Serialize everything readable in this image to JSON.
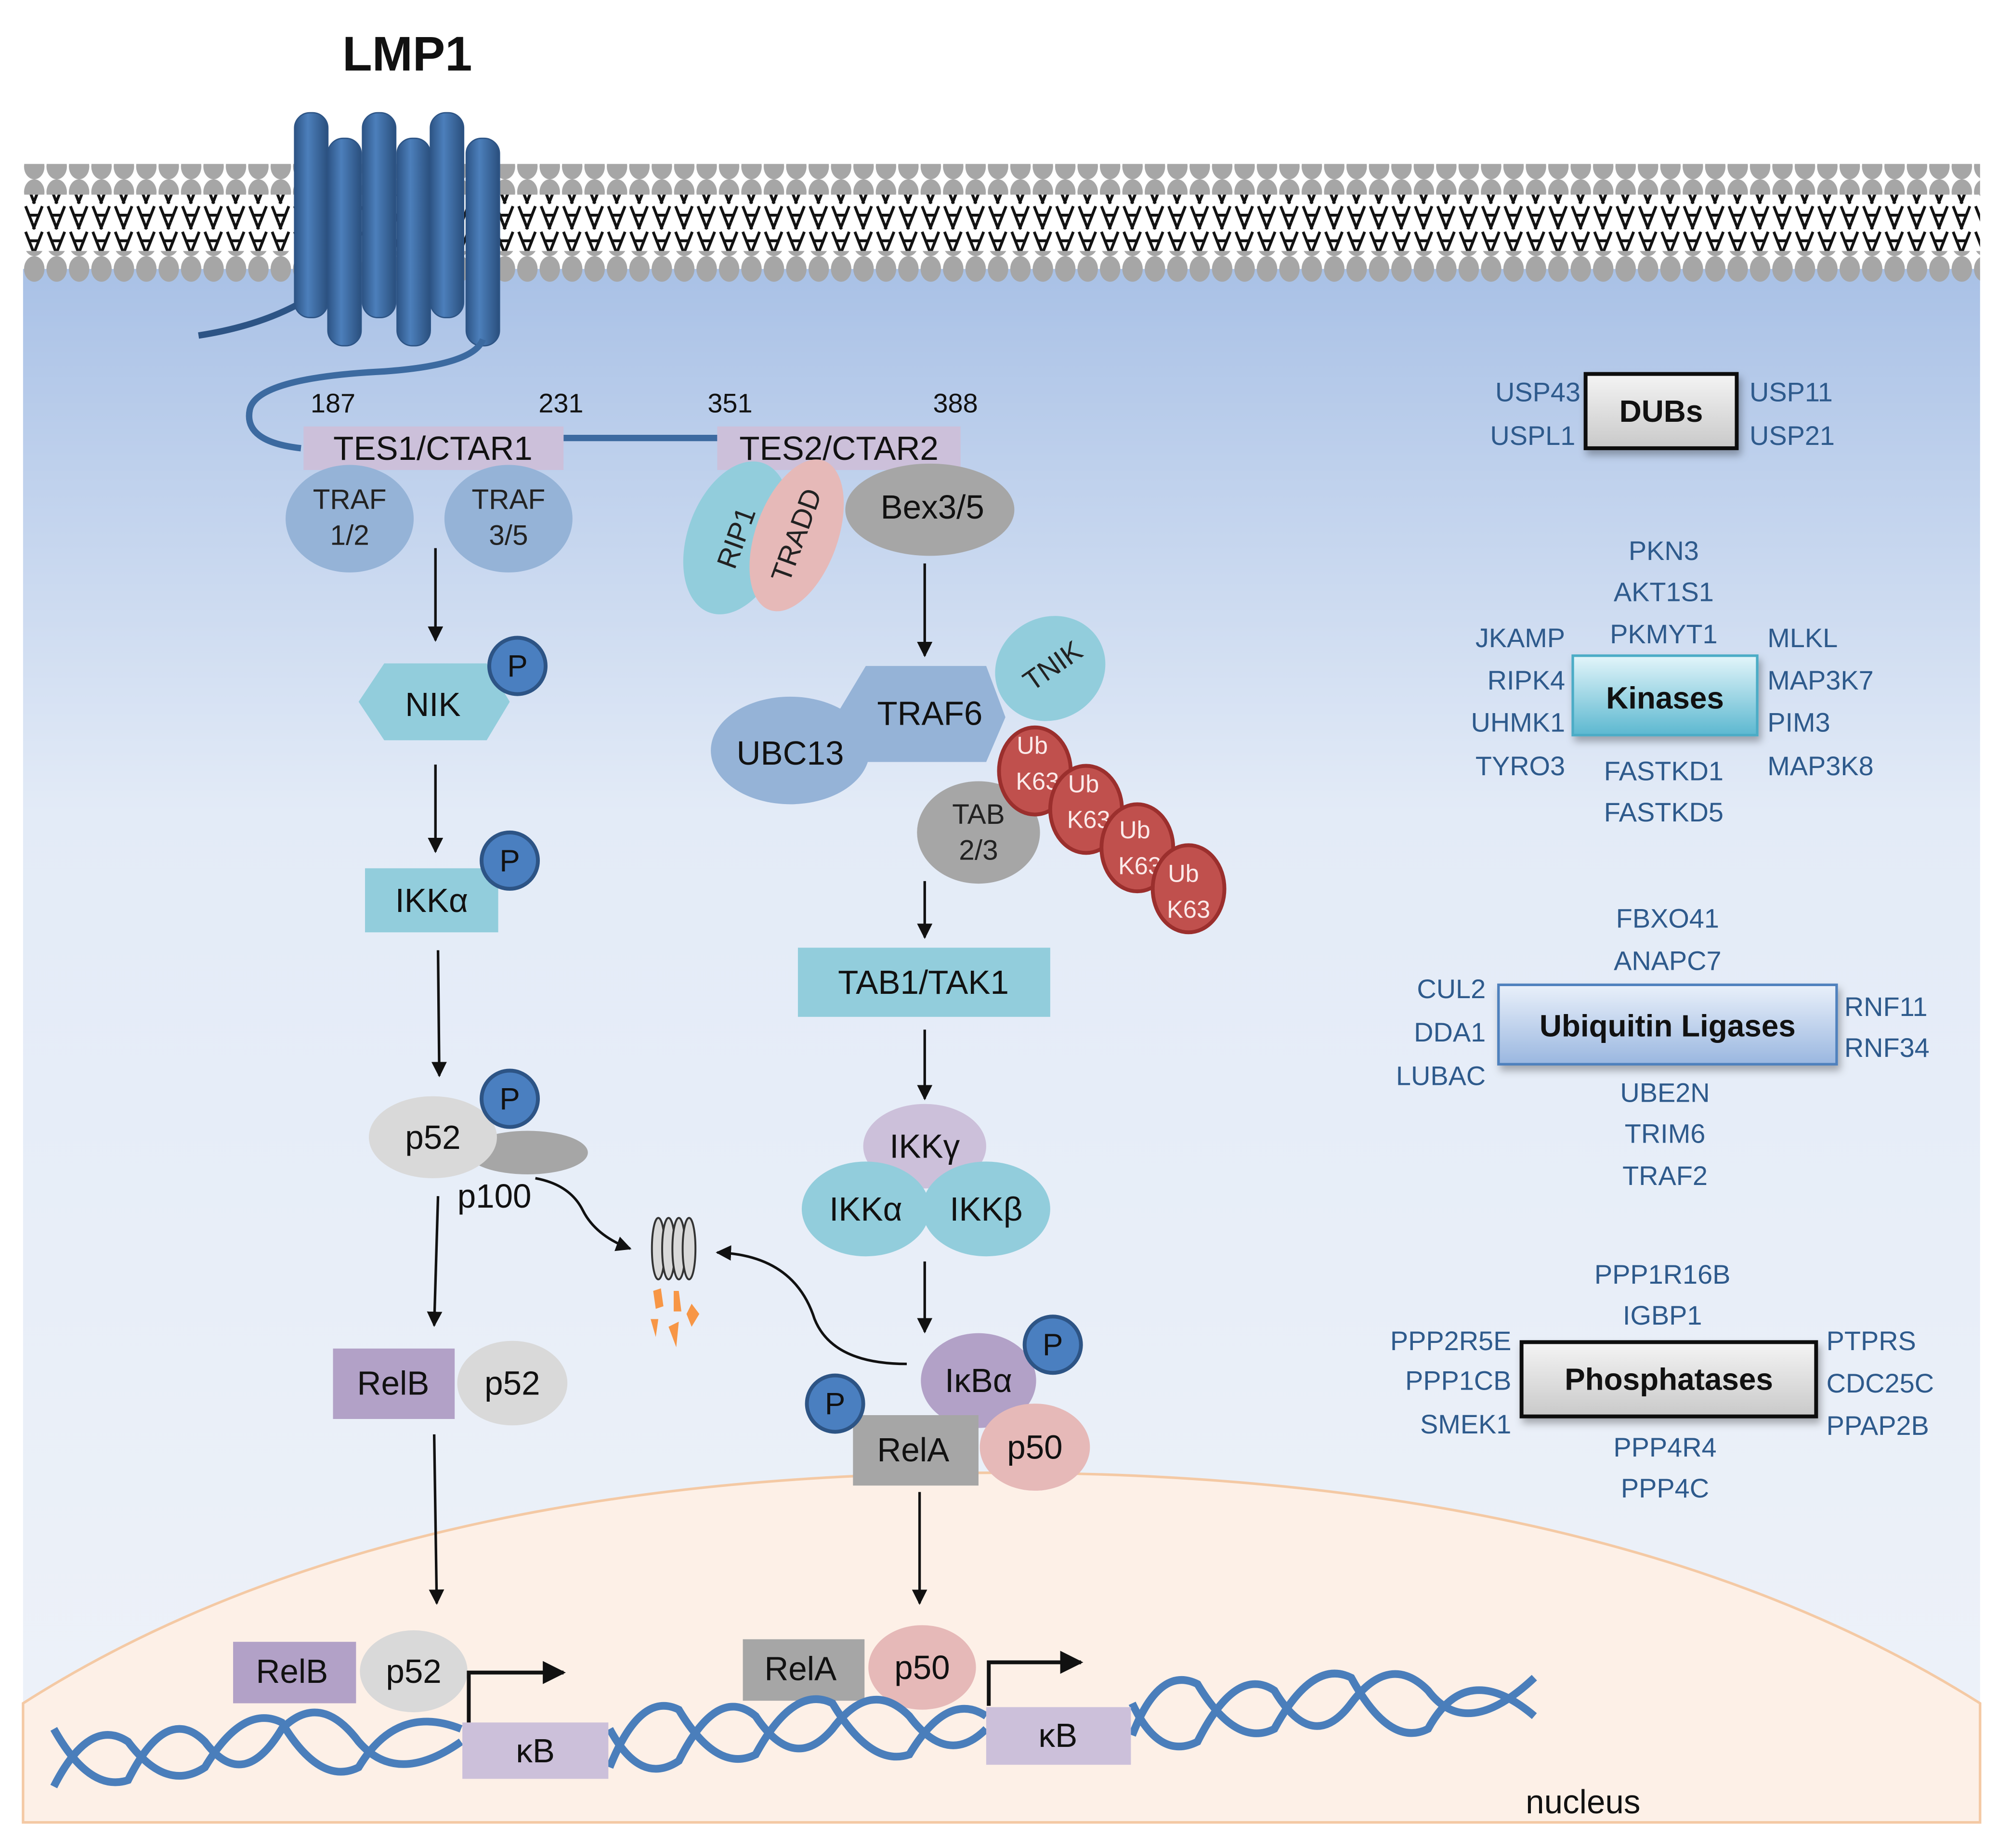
{
  "title": "LMP1",
  "colors": {
    "membrane_head": "#a6a6a6",
    "cytoplasm_top": "#a9c1e6",
    "cytoplasm_bottom": "#eef2f9",
    "nucleus": "#fdf0e7",
    "nucleus_border": "#f4c9a4",
    "lmp1_blue": "#3c6aa0",
    "gene_text": "#2e5a8c",
    "phospho": "#4a7fc0",
    "ubiquitin": "#c0504d",
    "cyan": "#92cddc",
    "traf_blue": "#95b3d7",
    "lilac": "#ccc0da",
    "purple": "#b2a1c7",
    "grey": "#a6a6a6",
    "light_grey": "#d9d9d9",
    "pink": "#e6b9b8",
    "dna": "#4a7ebb"
  },
  "domains": {
    "tes1": {
      "label": "TES1/CTAR1",
      "start": "187",
      "end": "231"
    },
    "tes2": {
      "label": "TES2/CTAR2",
      "start": "351",
      "end": "388"
    }
  },
  "left_pathway": {
    "traf12": [
      "TRAF",
      "1/2"
    ],
    "traf35": [
      "TRAF",
      "3/5"
    ],
    "nik": "NIK",
    "ikka": "IKKα",
    "p52": "p52",
    "p100": "p100",
    "relb": "RelB",
    "p52b": "p52",
    "relb_nuc": "RelB",
    "p52_nuc": "p52"
  },
  "right_pathway": {
    "rip1": "RIP1",
    "tradd": "TRADD",
    "bex": "Bex3/5",
    "tnik": "TNIK",
    "traf6": "TRAF6",
    "ubc13": "UBC13",
    "tab23": [
      "TAB",
      "2/3"
    ],
    "ub": "Ub",
    "k63": "K63",
    "tab1tak1": "TAB1/TAK1",
    "ikkg": "IKKγ",
    "ikka": "IKKα",
    "ikkb": "IKKβ",
    "ikba": "IκBα",
    "rela": "RelA",
    "p50": "p50",
    "rela_nuc": "RelA",
    "p50_nuc": "p50"
  },
  "phospho_label": "P",
  "kb_label": "κB",
  "nucleus_label": "nucleus",
  "categories": {
    "dubs": {
      "label": "DUBs",
      "left": [
        "USP43",
        "USPL1"
      ],
      "right": [
        "USP11",
        "USP21"
      ],
      "top": [],
      "bottom": []
    },
    "kinases": {
      "label": "Kinases",
      "top": [
        "PKN3",
        "AKT1S1",
        "PKMYT1"
      ],
      "left": [
        "JKAMP",
        "RIPK4",
        "UHMK1",
        "TYRO3"
      ],
      "right": [
        "MLKL",
        "MAP3K7",
        "PIM3",
        "MAP3K8"
      ],
      "bottom": [
        "FASTKD1",
        "FASTKD5"
      ]
    },
    "ligases": {
      "label": "Ubiquitin Ligases",
      "top": [
        "FBXO41",
        "ANAPC7"
      ],
      "left": [
        "CUL2",
        "DDA1",
        "LUBAC"
      ],
      "right": [
        "RNF11",
        "RNF34"
      ],
      "bottom": [
        "UBE2N",
        "TRIM6",
        "TRAF2"
      ]
    },
    "phosphatases": {
      "label": "Phosphatases",
      "top": [
        "PPP1R16B",
        "IGBP1"
      ],
      "left": [
        "PPP2R5E",
        "PPP1CB",
        "SMEK1"
      ],
      "right": [
        "PTPRS",
        "CDC25C",
        "PPAP2B"
      ],
      "bottom": [
        "PPP4R4",
        "PPP4C"
      ]
    }
  }
}
